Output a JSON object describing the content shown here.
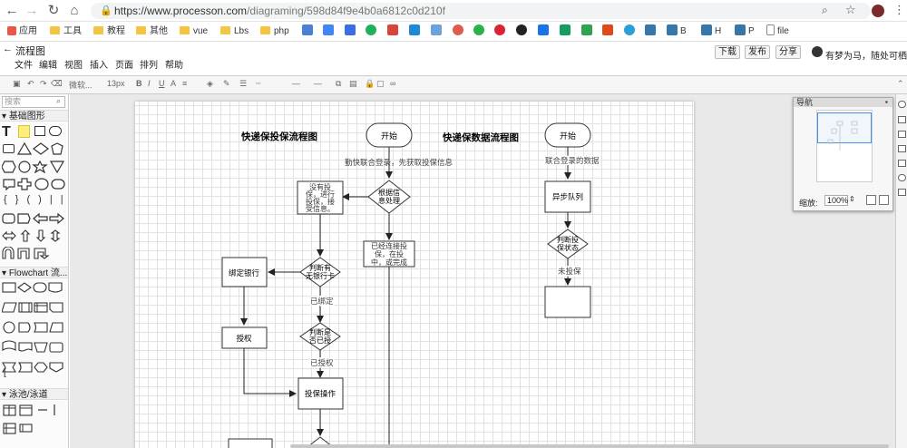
{
  "browser": {
    "url_host": "https://www.processon.com",
    "url_path": "/diagraming/598d84f9e4b0a6812c0d210f",
    "bookmarks": [
      "应用",
      "工具",
      "教程",
      "其他",
      "vue",
      "Lbs",
      "php",
      "B",
      "H",
      "P",
      "file"
    ]
  },
  "app": {
    "back_label": "←",
    "title": "流程图",
    "menus": [
      "文件",
      "编辑",
      "视图",
      "插入",
      "页面",
      "排列",
      "帮助"
    ],
    "download_label": "下载",
    "publish_label": "发布",
    "share_label": "分享",
    "user_name": "有梦为马，随处可栖"
  },
  "toolbar": {
    "font_name": "微软...",
    "font_size": "13px"
  },
  "sidebar": {
    "search_placeholder": "搜索",
    "section_basic": "基础图形",
    "section_flowchart": "Flowchart 流...",
    "section_swimlane": "泳池/泳道"
  },
  "navigator": {
    "title": "导航",
    "zoom_label": "缩放:",
    "zoom_value": "100%"
  },
  "diagram": {
    "left_title": "快递保投保流程图",
    "right_title": "快递保数据流程图",
    "start1": "开始",
    "start2": "开始",
    "annotation1": "勤快联合登录，先获取投保信息",
    "annotation2": "联合登录的数据",
    "decision_info": [
      "根据信",
      "息处理"
    ],
    "no_insure_box": [
      "没有投",
      "保，进行",
      "投保，接",
      "受信息。"
    ],
    "insured_box": [
      "已经连接投",
      "保，在投",
      "中，或完成"
    ],
    "decision_card": [
      "判断有",
      "无银行卡"
    ],
    "bind_card": "绑定银行",
    "label_not_bound": "已绑定",
    "decision_auth": [
      "判断是",
      "否已授"
    ],
    "authorize": "授权",
    "label_authorized": "已授权",
    "insure_op": "投保操作",
    "async_queue": "异步队列",
    "decision_insured": [
      "判断投",
      "保状态"
    ],
    "label_not_insured": "未投保"
  }
}
